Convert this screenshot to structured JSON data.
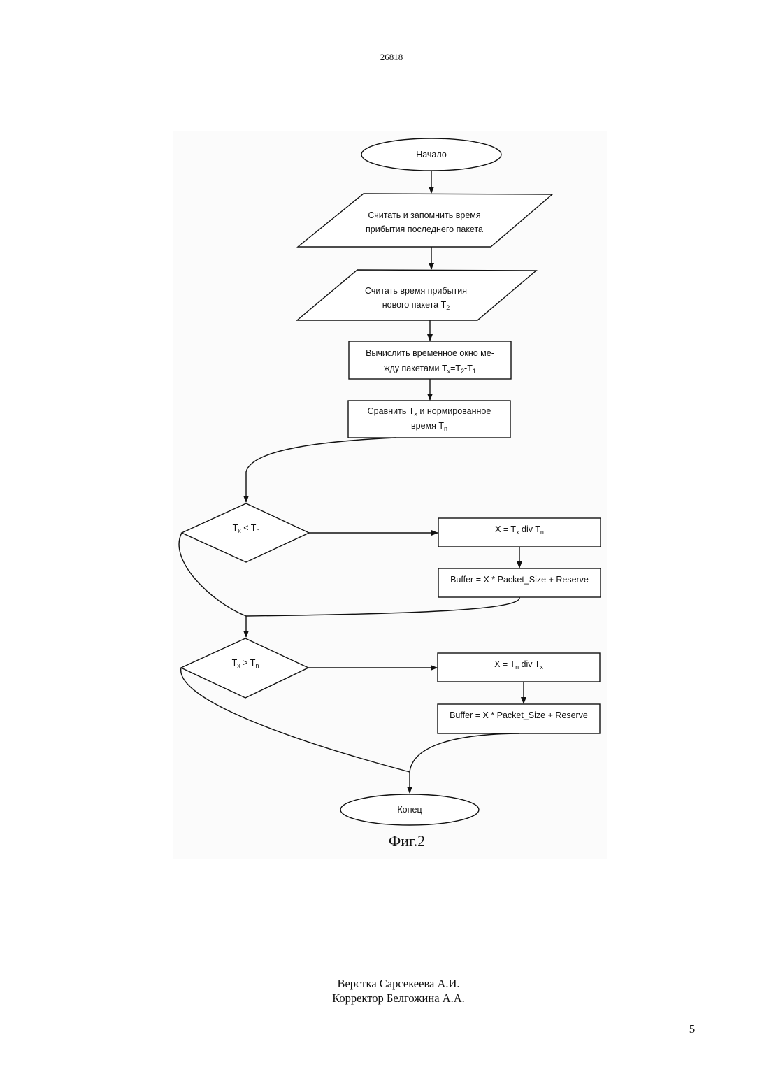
{
  "header": {
    "doc_number": "26818"
  },
  "flowchart": {
    "start_label": "Начало",
    "read_last_line1": "Считать и запомнить время",
    "read_last_line2": "прибытия последнего пакета",
    "read_new_line1": "Считать время прибытия",
    "read_new_line2": "нового пакета T",
    "read_new_sub": "2",
    "compute_line1": "Вычислить временное окно ме-",
    "compute_line2": "жду пакетами T",
    "compute_sub_x": "x",
    "compute_eq": "=T",
    "compute_sub_2": "2",
    "compute_minus": "-T",
    "compute_sub_1": "1",
    "compare_prefix": "Сравнить T",
    "compare_sub_x": "x",
    "compare_suffix": " и нормированное",
    "compare_line2": "время T",
    "compare_sub_n": "n",
    "decision1_left": "T",
    "decision1_sub_x": "x",
    "decision1_op": " < T",
    "decision1_sub_n": "n",
    "calc1_prefix": "X = T",
    "calc1_sub_a": "x",
    "calc1_mid": " div T",
    "calc1_sub_b": "n",
    "buffer1": "Buffer = X * Packet_Size + Reserve",
    "decision2_left": "T",
    "decision2_sub_x": "x",
    "decision2_op": " > T",
    "decision2_sub_n": "n",
    "calc2_prefix": "X = T",
    "calc2_sub_a": "n",
    "calc2_mid": " div T",
    "calc2_sub_b": "x",
    "buffer2": "Buffer = X * Packet_Size + Reserve",
    "end_label": "Конец"
  },
  "caption": "Фиг.2",
  "credits": {
    "layout": "Верстка Сарсекеева А.И.",
    "corrector": "Корректор Белгожина А.А."
  },
  "page_number": "5"
}
